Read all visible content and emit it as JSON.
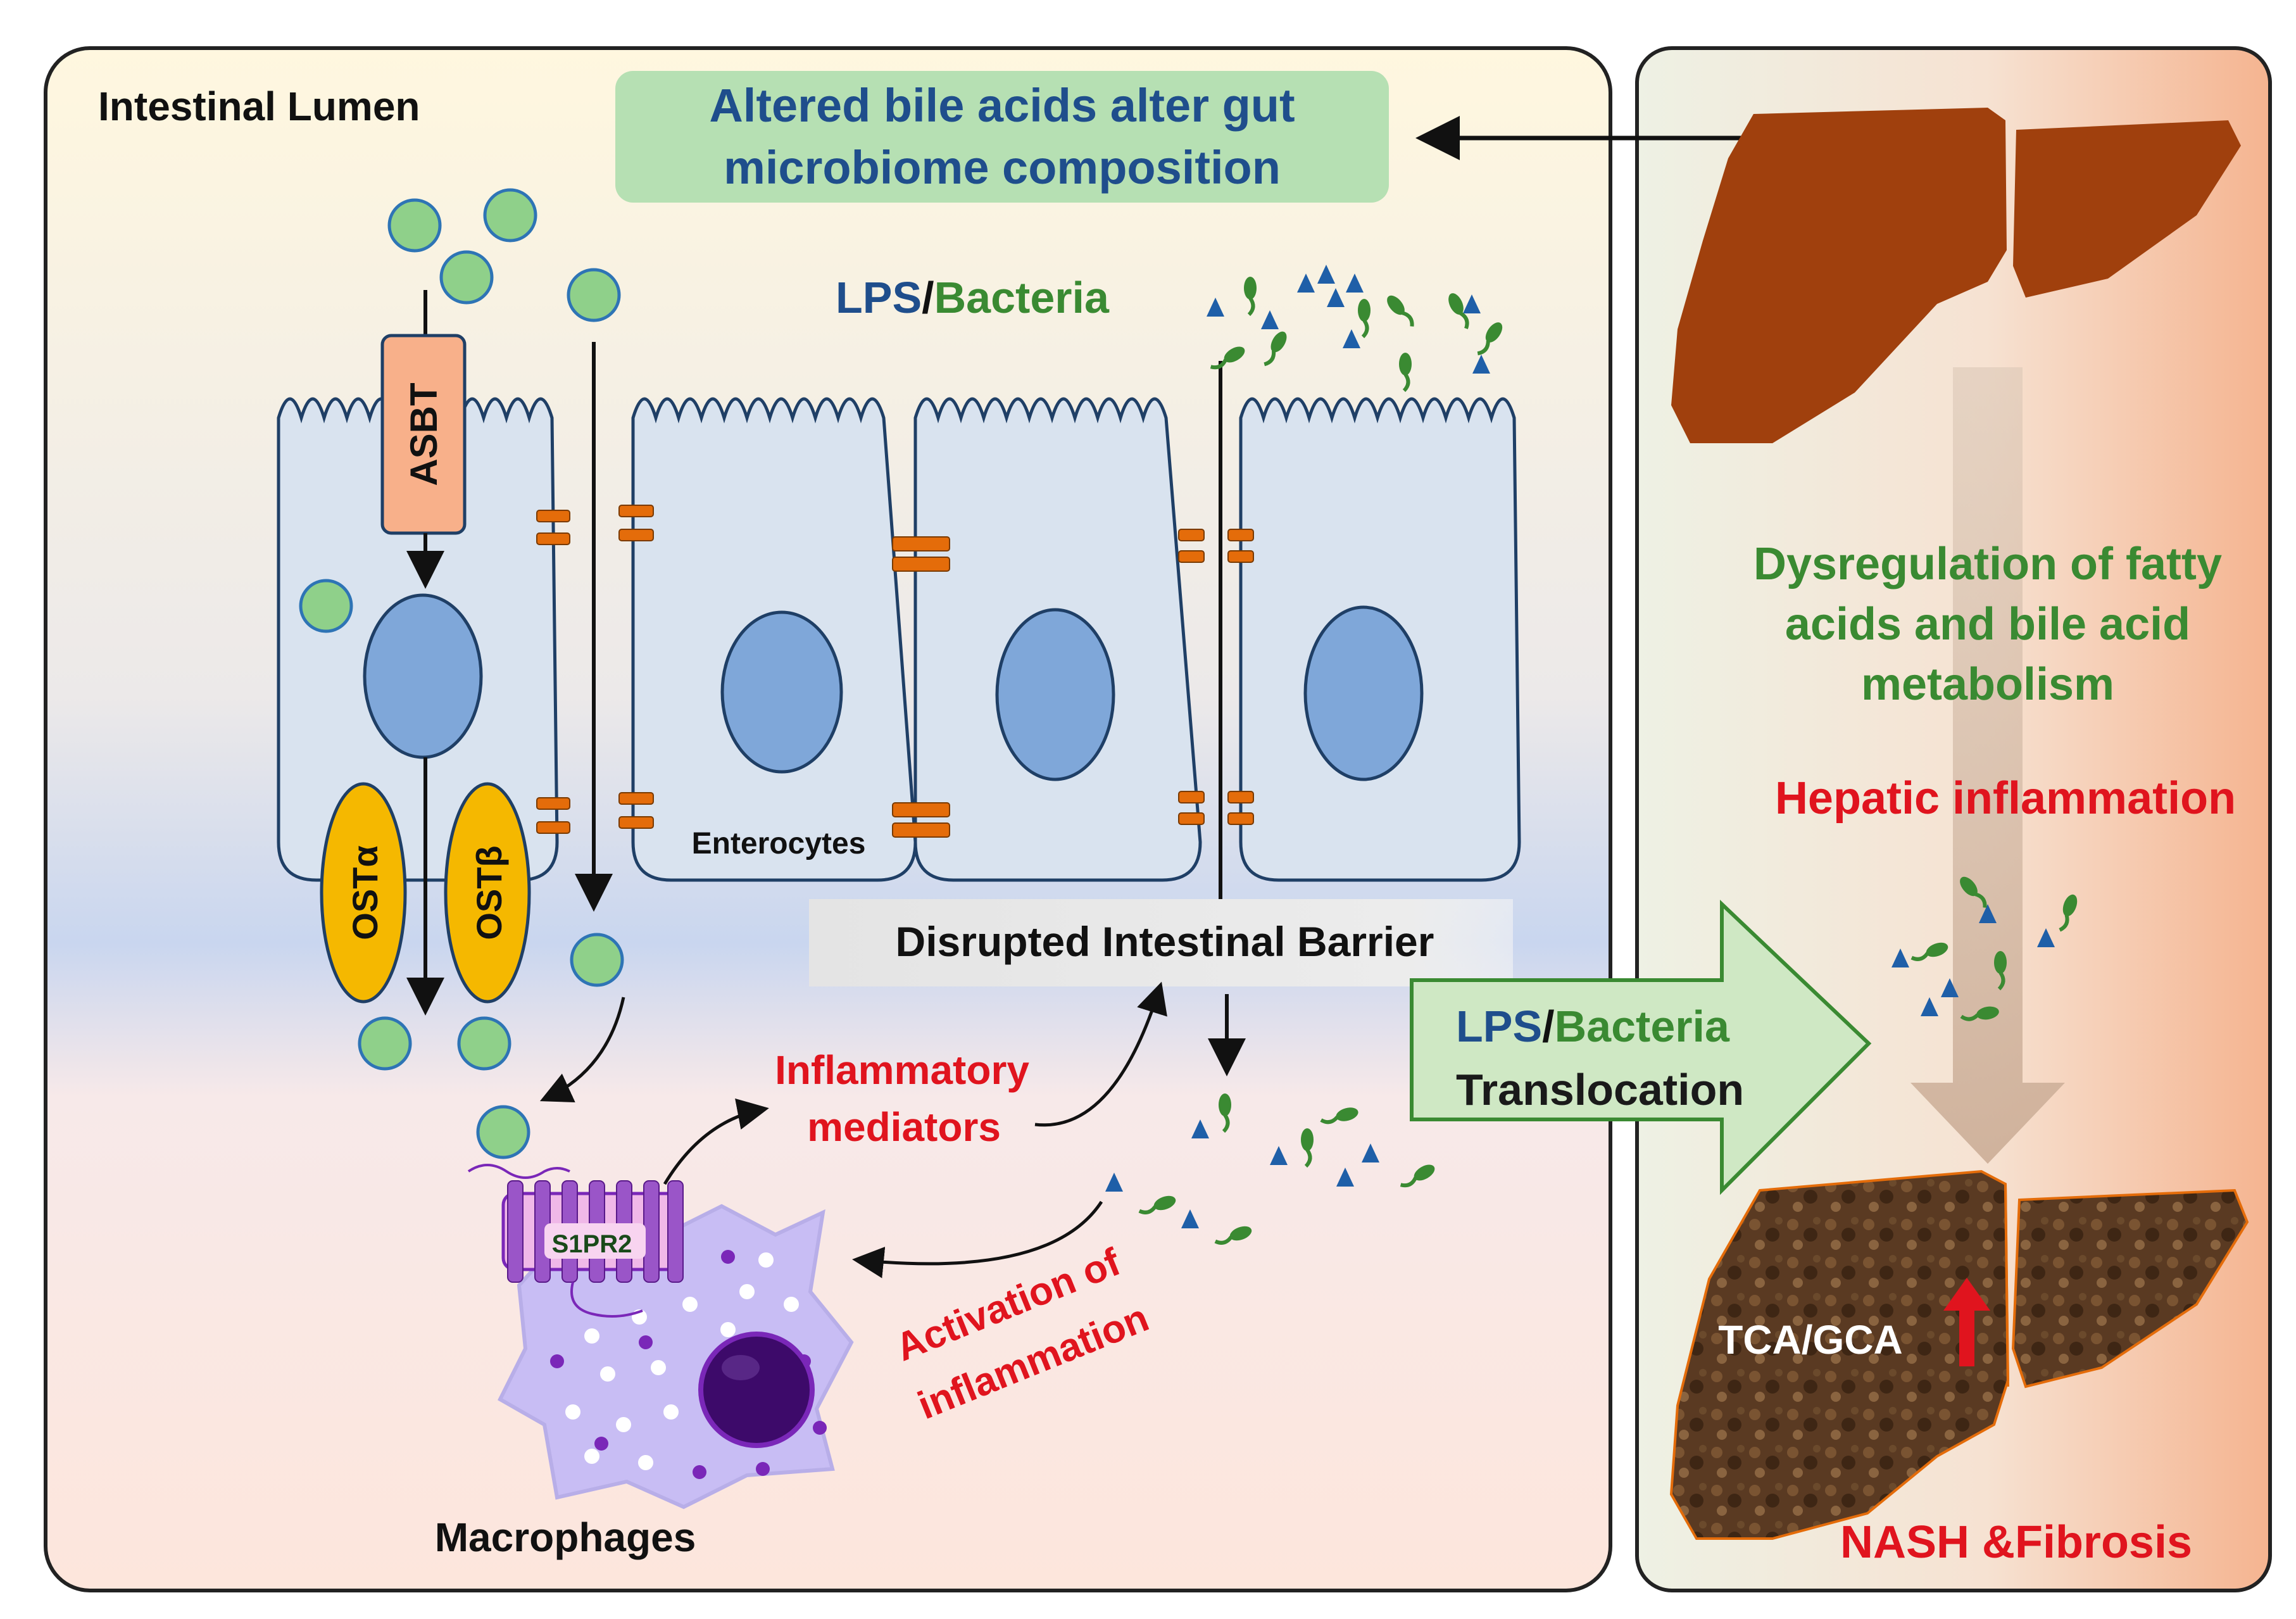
{
  "labels": {
    "intestinal_lumen": "Intestinal Lumen",
    "bile_acids_line1": "Altered bile acids alter gut",
    "bile_acids_line2": "microbiome composition",
    "lps_lps": "LPS",
    "lps_slash": "/",
    "lps_bacteria": "Bacteria",
    "asbt": "ASBT",
    "ost_alpha": "OSTα",
    "ost_beta": "OSTβ",
    "enterocytes": "Enterocytes",
    "disrupted_barrier": "Disrupted Intestinal Barrier",
    "inflammatory_line1": "Inflammatory",
    "inflammatory_line2": "mediators",
    "activation_line1": "Activation of",
    "activation_line2": "inflammation",
    "s1pr2": "S1PR2",
    "macrophages": "Macrophages",
    "translocation_lps": "LPS",
    "translocation_slash": "/",
    "translocation_bacteria": "Bacteria",
    "translocation_word": "Translocation",
    "dysreg_line1": "Dysregulation of fatty",
    "dysreg_line2": "acids and bile acid",
    "dysreg_line3": "metabolism",
    "hepatic_inflammation": "Hepatic inflammation",
    "tca_gca": "TCA/GCA",
    "nash": "NASH &Fibrosis"
  },
  "colors": {
    "blue_text": "#1f4e8c",
    "green_text": "#3a8a32",
    "red_text": "#e0141e",
    "bile_acid_fill": "#8fd08a",
    "bile_acid_stroke": "#2e74b5",
    "cell_fill": "#d9e3ef",
    "nucleus_fill": "#7fa7d9",
    "junction": "#e46c0a",
    "ost": "#f5b800",
    "liver_healthy": "#a0400d",
    "liver_diseased": "#5a3a22",
    "bacteria": "#3a8a32",
    "lps_triangle": "#1f5fa8"
  }
}
